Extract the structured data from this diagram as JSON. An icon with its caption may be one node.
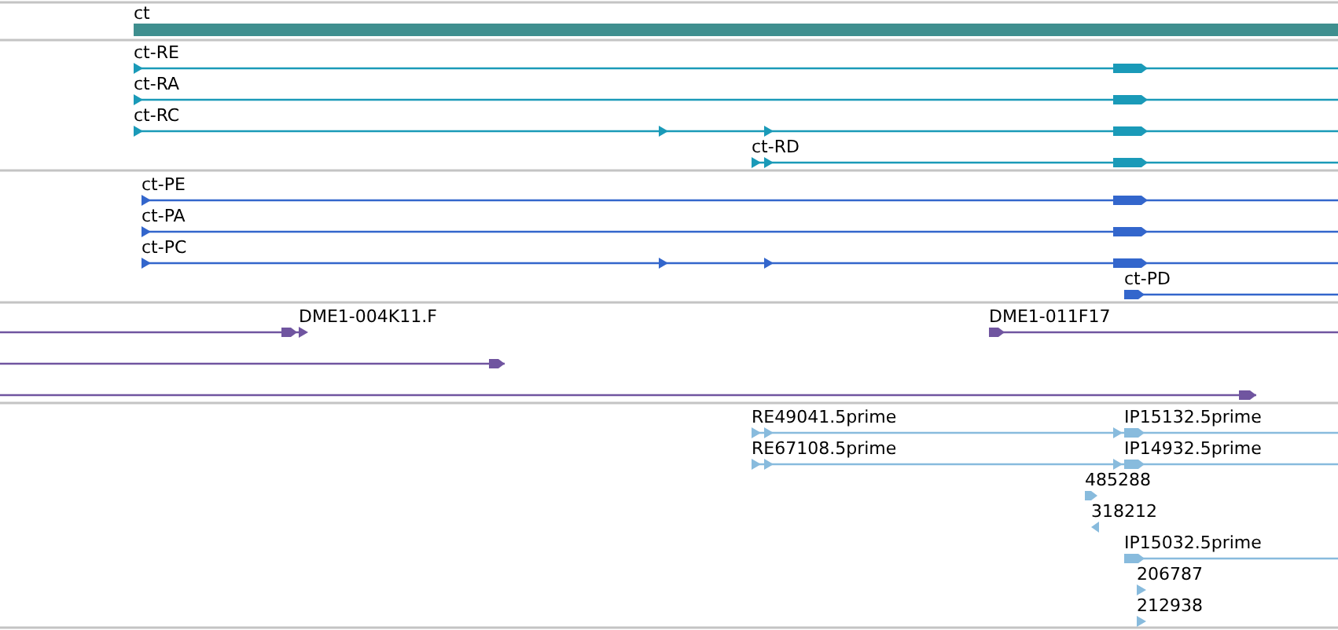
{
  "diagram": {
    "nodes": [
      {
        "text": [
          "ct"
        ]
      },
      {
        "text": [
          "ct-RE"
        ]
      },
      {
        "text": [
          "ct-RA"
        ]
      },
      {
        "text": [
          "ct-RC"
        ]
      },
      {
        "text": [
          "ct-RD"
        ]
      },
      {
        "text": [
          "ct-PE"
        ]
      },
      {
        "text": [
          "ct-PA"
        ]
      },
      {
        "text": [
          "ct-PC"
        ]
      },
      {
        "text": [
          "ct-PD"
        ]
      },
      {
        "text": [
          "DME1-004K11.F"
        ]
      },
      {
        "text": [
          "DME1-011F17"
        ]
      },
      {
        "text": [],
        "shape": "bar"
      },
      {
        "text": [],
        "shape": "bar"
      },
      {
        "text": [
          "RE49041.5prime"
        ]
      },
      {
        "text": [
          "IP15132.5prime"
        ]
      },
      {
        "text": [
          "RE67108.5prime"
        ]
      },
      {
        "text": [
          "IP14932.5prime"
        ]
      },
      {
        "text": [
          "485288"
        ]
      },
      {
        "text": [
          "318212"
        ]
      },
      {
        "text": [
          "IP15032.5prime"
        ]
      },
      {
        "text": [
          "206787"
        ]
      },
      {
        "text": [
          "212938"
        ]
      }
    ]
  }
}
